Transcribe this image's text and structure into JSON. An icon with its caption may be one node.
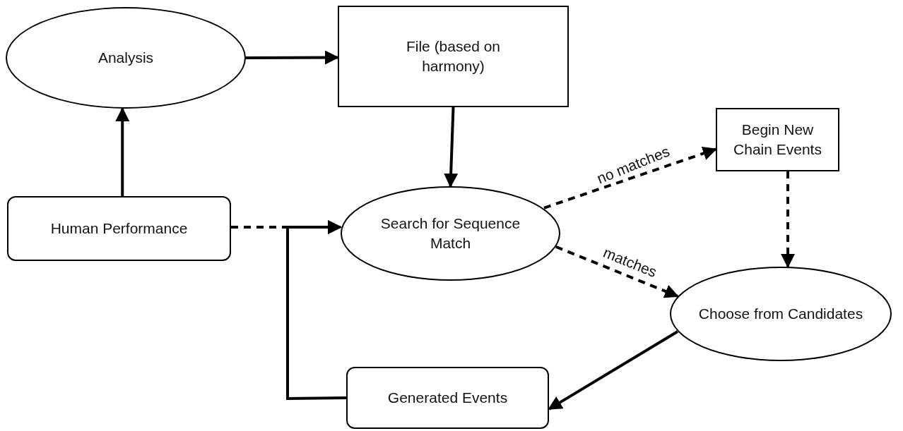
{
  "diagram": {
    "nodes": [
      {
        "text": [
          "Analysis"
        ]
      },
      {
        "text": [
          "File (based on harmony)"
        ]
      },
      {
        "text": [
          "Begin New Chain Events"
        ]
      },
      {
        "text": [
          "Human Performance"
        ]
      },
      {
        "text": [
          "Search for Sequence Match"
        ]
      },
      {
        "text": [
          "Choose from Candidates"
        ]
      },
      {
        "text": [
          "Generated Events"
        ]
      }
    ],
    "edges": [
      {
        "from": 0,
        "to": 1,
        "arrow": "to"
      },
      {
        "from": 3,
        "to": 0,
        "arrow": "to"
      },
      {
        "from": 1,
        "to": 4,
        "arrow": "to"
      },
      {
        "from": 4,
        "to": 2,
        "arrow": "to",
        "label": "no matches",
        "style": "dashed"
      },
      {
        "from": 4,
        "to": 5,
        "arrow": "to",
        "label": "matches",
        "style": "dashed"
      },
      {
        "from": 2,
        "to": 5,
        "arrow": "to",
        "style": "dashed"
      },
      {
        "from": 5,
        "to": 6,
        "arrow": "to"
      },
      {
        "from": 3,
        "to": 4,
        "arrow": "to",
        "style": "dashed"
      },
      {
        "from": 6,
        "to": 4,
        "arrow": "to"
      }
    ]
  }
}
